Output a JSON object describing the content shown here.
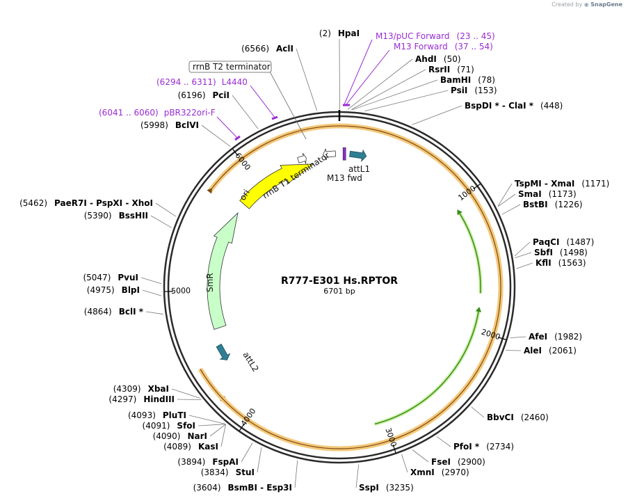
{
  "brand": {
    "created_by": "Created by",
    "app": "SnapGene"
  },
  "plasmid": {
    "name": "R777-E301 Hs.RPTOR",
    "size_label": "6701 bp",
    "length": 6701
  },
  "ticks": [
    {
      "pos": 1000,
      "label": "1000"
    },
    {
      "pos": 2000,
      "label": "2000"
    },
    {
      "pos": 3000,
      "label": "3000"
    },
    {
      "pos": 4000,
      "label": "4000"
    },
    {
      "pos": 5000,
      "label": "5000"
    },
    {
      "pos": 6000,
      "label": "6000"
    }
  ],
  "sites": [
    {
      "pos": 2,
      "name": "HpaI",
      "coord": "(2)"
    },
    {
      "pos": 6566,
      "name": "AclI",
      "coord": "(6566)"
    },
    {
      "pos": 6196,
      "name": "PciI",
      "coord": "(6196)"
    },
    {
      "pos": 5998,
      "name": "BclVI",
      "coord": "(5998)"
    },
    {
      "pos": 50,
      "name": "AhdI",
      "coord": "(50)"
    },
    {
      "pos": 71,
      "name": "RsrII",
      "coord": "(71)"
    },
    {
      "pos": 78,
      "name": "BamHI",
      "coord": "(78)"
    },
    {
      "pos": 153,
      "name": "PsiI",
      "coord": "(153)"
    },
    {
      "pos": 448,
      "name": "BspDI * - ClaI *",
      "coord": "(448)"
    },
    {
      "pos": 1171,
      "name": "TspMI - XmaI",
      "coord": "(1171)"
    },
    {
      "pos": 1173,
      "name": "SmaI",
      "coord": "(1173)"
    },
    {
      "pos": 1226,
      "name": "BstBI",
      "coord": "(1226)"
    },
    {
      "pos": 1487,
      "name": "PaqCI",
      "coord": "(1487)"
    },
    {
      "pos": 1498,
      "name": "SbfI",
      "coord": "(1498)"
    },
    {
      "pos": 1563,
      "name": "KflI",
      "coord": "(1563)"
    },
    {
      "pos": 1982,
      "name": "AfeI",
      "coord": "(1982)"
    },
    {
      "pos": 2061,
      "name": "AleI",
      "coord": "(2061)"
    },
    {
      "pos": 2460,
      "name": "BbvCI",
      "coord": "(2460)"
    },
    {
      "pos": 2734,
      "name": "PfoI *",
      "coord": "(2734)"
    },
    {
      "pos": 2900,
      "name": "FseI",
      "coord": "(2900)"
    },
    {
      "pos": 2970,
      "name": "XmnI",
      "coord": "(2970)"
    },
    {
      "pos": 3235,
      "name": "SspI",
      "coord": "(3235)"
    },
    {
      "pos": 3604,
      "name": "BsmBI - Esp3I",
      "coord": "(3604)"
    },
    {
      "pos": 3834,
      "name": "StuI",
      "coord": "(3834)"
    },
    {
      "pos": 3894,
      "name": "FspAI",
      "coord": "(3894)"
    },
    {
      "pos": 4089,
      "name": "KasI",
      "coord": "(4089)"
    },
    {
      "pos": 4090,
      "name": "NarI",
      "coord": "(4090)"
    },
    {
      "pos": 4091,
      "name": "SfoI",
      "coord": "(4091)"
    },
    {
      "pos": 4093,
      "name": "PluTI",
      "coord": "(4093)"
    },
    {
      "pos": 4297,
      "name": "HindIII",
      "coord": "(4297)"
    },
    {
      "pos": 4309,
      "name": "XbaI",
      "coord": "(4309)"
    },
    {
      "pos": 4864,
      "name": "BclI *",
      "coord": "(4864)"
    },
    {
      "pos": 4975,
      "name": "BlpI",
      "coord": "(4975)"
    },
    {
      "pos": 5047,
      "name": "PvuI",
      "coord": "(5047)"
    },
    {
      "pos": 5390,
      "name": "BssHII",
      "coord": "(5390)"
    },
    {
      "pos": 5462,
      "name": "PaeR7I - PspXI - XhoI",
      "coord": "(5462)"
    }
  ],
  "primers": [
    {
      "name": "M13/pUC Forward",
      "range": "(23 .. 45)"
    },
    {
      "name": "M13 Forward",
      "range": "(37 .. 54)"
    },
    {
      "name": "L4440",
      "range": "(6294 .. 6311)"
    },
    {
      "name": "pBR322ori-F",
      "range": "(6041 .. 6060)"
    }
  ],
  "features": [
    {
      "name": "rrnB T2 terminator",
      "boxed": true
    },
    {
      "name": "rrnB T1 terminator"
    },
    {
      "name": "M13 fwd"
    },
    {
      "name": "attL1"
    },
    {
      "name": "attL2"
    },
    {
      "name": "ori"
    },
    {
      "name": "SmR"
    }
  ],
  "colors": {
    "backbone": "#2a2a2a",
    "orf": "#f5c87a",
    "orf_line": "#7a4a10",
    "green_orf": "#3a8a1a",
    "green_orf_light": "#c8f0a0",
    "ori": "#ffff00",
    "smr": "#c8ffc8",
    "att": "#2f7f94",
    "primer": "#9a2bd1"
  }
}
